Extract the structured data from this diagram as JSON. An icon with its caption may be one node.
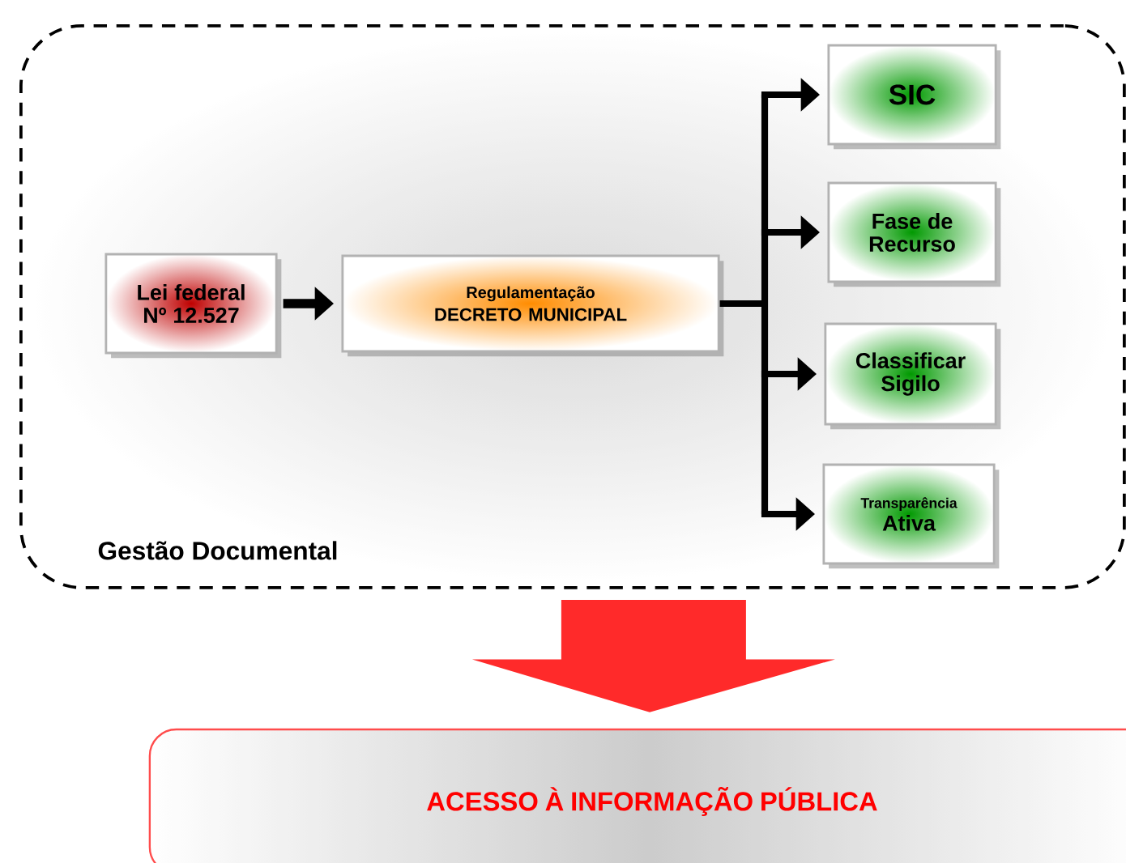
{
  "diagram": {
    "nodes": [
      {
        "text": [
          "Gestão Documental"
        ]
      },
      {
        "text": [
          "Lei federal Nº 12.527"
        ],
        "in": 0
      },
      {
        "text": [
          "Regulamentação",
          "DECRETO MUNICIPAL"
        ],
        "in": 0
      },
      {
        "text": [
          "SIC"
        ],
        "in": 0
      },
      {
        "text": [
          "Fase de Recurso"
        ],
        "in": 0
      },
      {
        "text": [
          "Classificar Sigilo"
        ],
        "in": 0
      },
      {
        "text": [
          "Transparência",
          "Ativa"
        ],
        "in": 0
      },
      {
        "text": [
          "ACESSO À INFORMAÇÃO PÚBLICA"
        ]
      }
    ],
    "edges": [
      {
        "from": 1,
        "to": 2,
        "arrow": "to"
      },
      {
        "from": 2,
        "to": 3,
        "arrow": "to"
      },
      {
        "from": 2,
        "to": 4,
        "arrow": "to"
      },
      {
        "from": 2,
        "to": 5,
        "arrow": "to"
      },
      {
        "from": 2,
        "to": 6,
        "arrow": "to"
      },
      {
        "from": 0,
        "to": 7,
        "arrow": "to",
        "style": "thick",
        "color": "#ff2a2a"
      }
    ]
  }
}
